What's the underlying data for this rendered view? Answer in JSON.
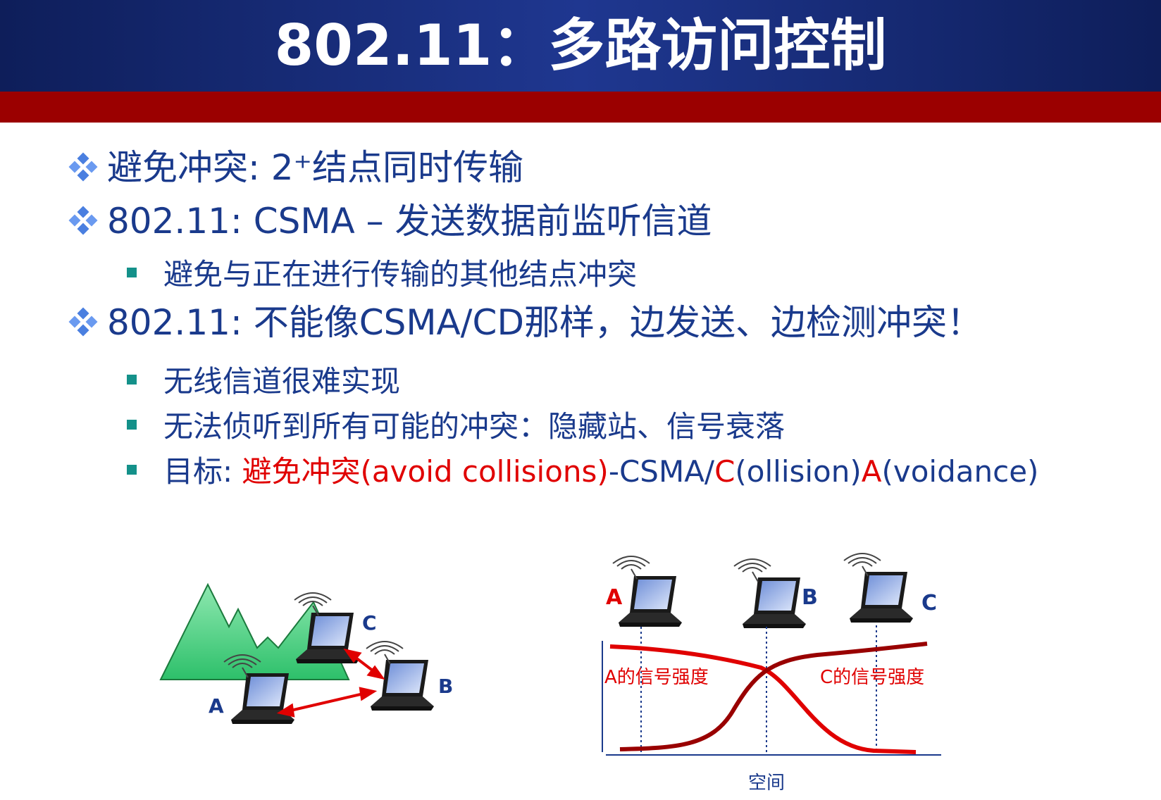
{
  "title": "802.11：多路访问控制",
  "bullets": [
    {
      "text": "避免冲突: 2⁺结点同时传输"
    },
    {
      "text": "802.11: CSMA – 发送数据前监听信道"
    },
    {
      "text": "802.11: 不能像CSMA/CD那样，边发送、边检测冲突！"
    }
  ],
  "sub_bullets": [
    {
      "text": "避免与正在进行传输的其他结点冲突"
    },
    {
      "text": "无线信道很难实现"
    },
    {
      "text": "无法侦听到所有可能的冲突：隐藏站、信号衰落"
    }
  ],
  "goal": {
    "prefix": "目标: ",
    "red1": "避免冲突(avoid collisions)",
    "mid1": "-CSMA/",
    "red2": "C",
    "mid2": "(ollision)",
    "red3": "A",
    "mid3": "(voidance)"
  },
  "diagram_left": {
    "label_a": "A",
    "label_b": "B",
    "label_c": "C"
  },
  "diagram_right": {
    "label_a": "A",
    "label_b": "B",
    "label_c": "C",
    "signal_a": "A的信号强度",
    "signal_c": "C的信号强度",
    "x_axis": "空间"
  },
  "colors": {
    "header_blue": "#1f3790",
    "band_red": "#9b0000",
    "text_blue": "#1a3a8c",
    "accent_red": "#e00000",
    "bullet_teal": "#14918a",
    "mountain_green": "#3fcf7a"
  }
}
